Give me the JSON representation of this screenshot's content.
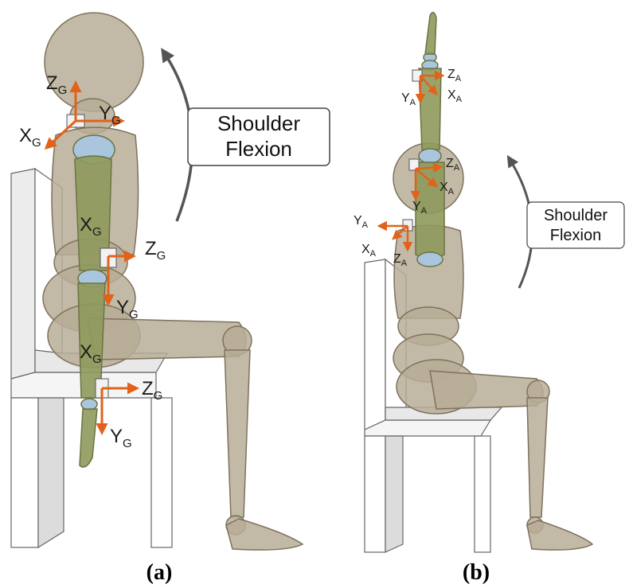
{
  "panels": {
    "a": {
      "label": "(a)",
      "callout": {
        "line1": "Shoulder",
        "line2": "Flexion"
      },
      "frames": {
        "neck": {
          "x": "X",
          "y": "Y",
          "z": "Z",
          "sub": "G"
        },
        "upper": {
          "x": "X",
          "y": "Y",
          "z": "Z",
          "sub": "G"
        },
        "lower": {
          "x": "X",
          "y": "Y",
          "z": "Z",
          "sub": "G"
        }
      }
    },
    "b": {
      "label": "(b)",
      "callout": {
        "line1": "Shoulder",
        "line2": "Flexion"
      },
      "frames": {
        "forearm": {
          "x": "X",
          "y": "Y",
          "z": "Z",
          "sub": "A"
        },
        "upper": {
          "x": "X",
          "y": "Y",
          "z": "Z",
          "sub": "A"
        },
        "back": {
          "x": "X",
          "y": "Y",
          "z": "Z",
          "sub": "A"
        }
      }
    }
  },
  "colors": {
    "body": "#b7ad97",
    "body_stroke": "#7e725d",
    "arm": "#8e9a5c",
    "joint": "#a9c6de",
    "axis": "#e2621b",
    "chair": "#ffffff",
    "chair_shade": "#d9d9d9",
    "arrow": "#555555"
  }
}
